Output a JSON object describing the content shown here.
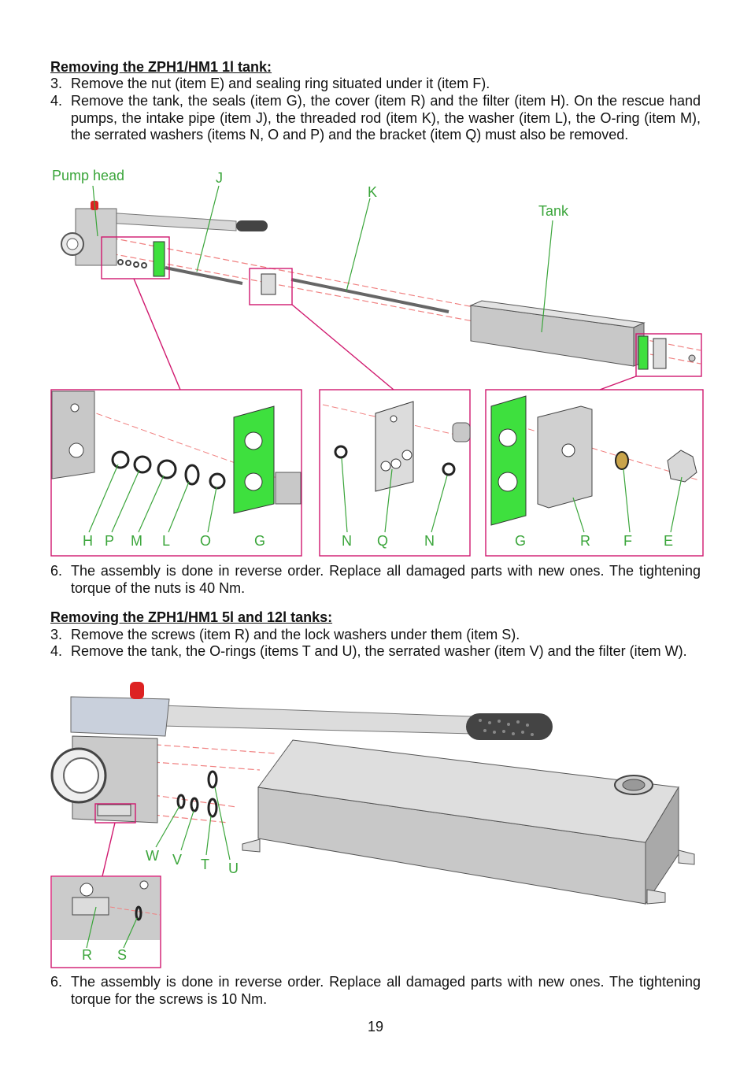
{
  "section1": {
    "heading": "Removing the ZPH1/HM1 1l tank:",
    "steps": [
      {
        "num": "3.",
        "text": "Remove the nut (item E) and sealing ring situated under it (item F)."
      },
      {
        "num": "4.",
        "text": "Remove the tank, the seals (item G), the cover (item R) and the filter (item H). On the rescue hand pumps, the intake pipe (item J), the threaded rod (item K), the washer (item L), the O-ring (item M), the serrated washers (items N, O and P) and the bracket (item Q) must also be removed."
      }
    ],
    "figure_labels": {
      "pump_head": "Pump head",
      "j": "J",
      "k": "K",
      "tank": "Tank",
      "detail1": [
        "H",
        "P",
        "M",
        "L",
        "O",
        "G"
      ],
      "detail2": [
        "N",
        "Q",
        "N"
      ],
      "detail3": [
        "G",
        "R",
        "F",
        "E"
      ]
    },
    "step6": {
      "num": "6.",
      "text": "The assembly is done in reverse order. Replace all damaged parts with new ones. The tightening torque of the nuts is 40 Nm."
    }
  },
  "section2": {
    "heading": "Removing the ZPH1/HM1 5l and 12l tanks:",
    "steps": [
      {
        "num": "3.",
        "text": "Remove the screws (item R) and the lock washers under them (item S)."
      },
      {
        "num": "4.",
        "text": "Remove the tank, the O-rings (items T and U), the serrated washer (item V) and the filter (item W)."
      }
    ],
    "figure_labels": {
      "w": "W",
      "v": "V",
      "t": "T",
      "u": "U",
      "detail": [
        "R",
        "S"
      ]
    },
    "step6": {
      "num": "6.",
      "text": "The assembly is done in reverse order. Replace all damaged parts with new ones. The tightening torque for the screws is 10 Nm."
    }
  },
  "page_number": "19",
  "colors": {
    "label_green": "#3aa53a",
    "callout_magenta": "#d0186e",
    "part_green": "#3ee03e",
    "steel": "#c8c8c8"
  }
}
